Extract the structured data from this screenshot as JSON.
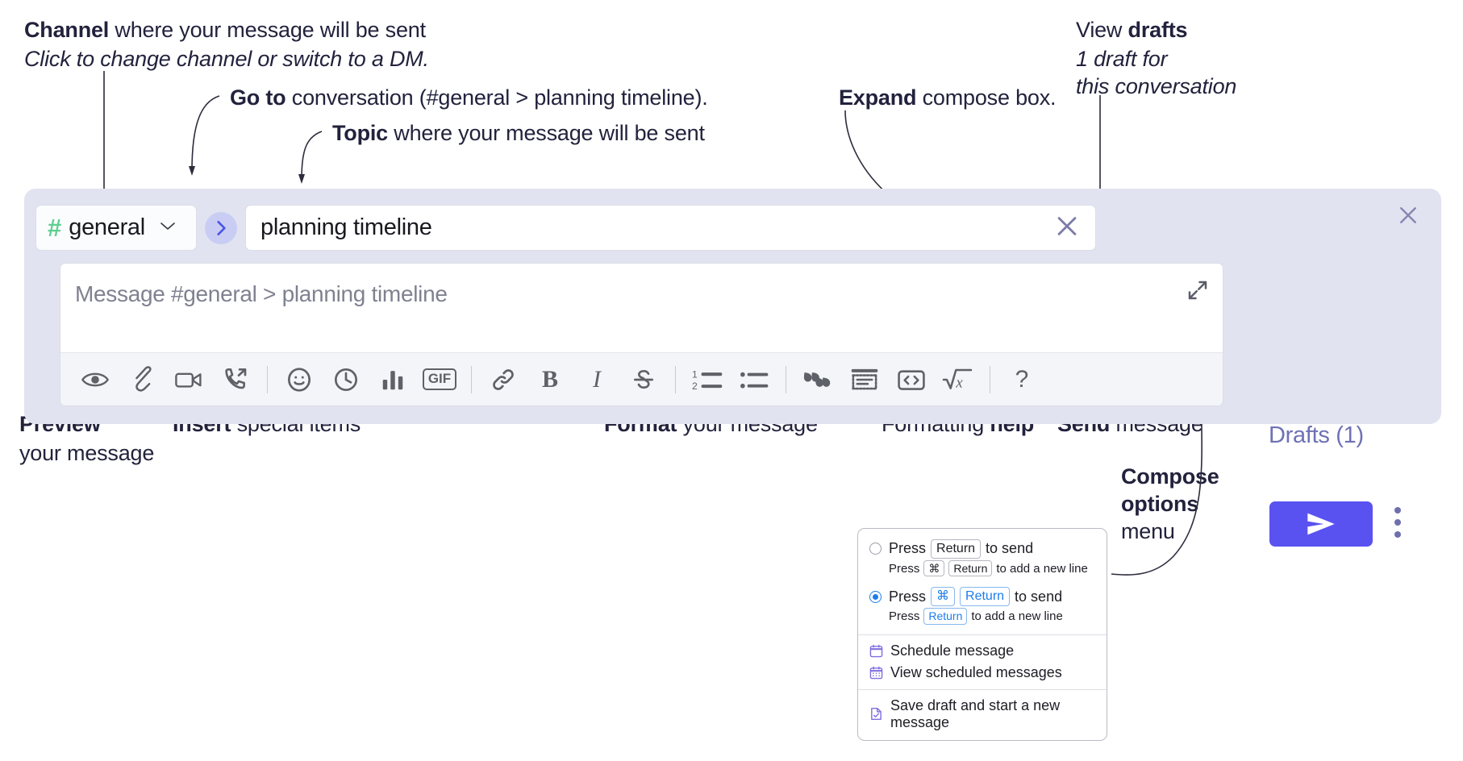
{
  "annotations": {
    "channel": {
      "bold": "Channel",
      "rest": " where your message will be sent",
      "italic": "Click to change channel or switch to a DM."
    },
    "goto": {
      "bold": "Go to",
      "rest": " conversation (#general > planning timeline)."
    },
    "topic": {
      "bold": "Topic",
      "rest": " where your message will be sent"
    },
    "expand": {
      "bold": "Expand",
      "rest": " compose box."
    },
    "drafts": {
      "line1_rest": "View ",
      "line1_bold": "drafts",
      "line2": "1 draft for",
      "line3": "this conversation"
    },
    "preview": {
      "bold": "Preview",
      "line2": "your message"
    },
    "insert": {
      "bold": "Insert",
      "rest": " special items"
    },
    "format": {
      "bold": "Format",
      "rest": " your message"
    },
    "help": {
      "rest": "Formatting ",
      "bold": "help"
    },
    "send": {
      "bold": "Send",
      "rest": " message"
    },
    "compose_options": {
      "line1": "Compose",
      "line2": "options",
      "line3": "menu"
    }
  },
  "compose": {
    "channel_name": "general",
    "channel_hash": "#",
    "goto_icon": "chevron-right-icon",
    "topic_value": "planning timeline",
    "topic_clear_icon": "close-icon",
    "message_placeholder": "Message #general > planning timeline",
    "expand_icon": "expand-icon",
    "drafts_label": "Drafts (1)",
    "panel_close_icon": "close-icon",
    "send_icon": "send-icon",
    "kebab_icon": "more-options-icon",
    "toolbar": [
      {
        "name": "preview-icon",
        "label": "Preview"
      },
      {
        "name": "attachment-icon",
        "label": "Attach file"
      },
      {
        "name": "video-icon",
        "label": "Record video clip"
      },
      {
        "name": "audio-huddle-icon",
        "label": "Record audio clip"
      },
      {
        "name": "separator",
        "label": ""
      },
      {
        "name": "emoji-icon",
        "label": "Emoji"
      },
      {
        "name": "clock-icon",
        "label": "Reminder"
      },
      {
        "name": "poll-icon",
        "label": "Poll"
      },
      {
        "name": "gif-icon",
        "label": "GIF"
      },
      {
        "name": "separator",
        "label": ""
      },
      {
        "name": "link-icon",
        "label": "Link"
      },
      {
        "name": "bold-icon",
        "label": "B"
      },
      {
        "name": "italic-icon",
        "label": "I"
      },
      {
        "name": "strikethrough-icon",
        "label": "Strikethrough"
      },
      {
        "name": "separator",
        "label": ""
      },
      {
        "name": "ordered-list-icon",
        "label": "Ordered list"
      },
      {
        "name": "bulleted-list-icon",
        "label": "Bulleted list"
      },
      {
        "name": "separator",
        "label": ""
      },
      {
        "name": "blockquote-icon",
        "label": "Blockquote"
      },
      {
        "name": "code-block-icon",
        "label": "Code block"
      },
      {
        "name": "code-icon",
        "label": "Code"
      },
      {
        "name": "math-icon",
        "label": "Math"
      },
      {
        "name": "separator",
        "label": ""
      },
      {
        "name": "help-icon",
        "label": "?"
      }
    ]
  },
  "menu": {
    "option1": {
      "press": "Press",
      "key": "Return",
      "tosend": "to send",
      "sub_press": "Press",
      "sub_key1": "⌘",
      "sub_key2": "Return",
      "sub_rest": "to add a new line",
      "selected": false
    },
    "option2": {
      "press": "Press",
      "key1": "⌘",
      "key2": "Return",
      "tosend": "to send",
      "sub_press": "Press",
      "sub_key": "Return",
      "sub_rest": "to add a new line",
      "selected": true
    },
    "items": [
      {
        "icon": "calendar-schedule-icon",
        "label": "Schedule message"
      },
      {
        "icon": "calendar-view-icon",
        "label": "View scheduled messages"
      },
      {
        "icon": "save-draft-icon",
        "label": "Save draft and start a new message"
      }
    ]
  },
  "colors": {
    "accent_purple": "#5a52f0",
    "panel_bg": "#e2e3f0",
    "hash_green": "#5fcf90",
    "drafts_text": "#6f71b5",
    "radio_blue": "#1c7ced",
    "menu_icon_purple": "#7f6fe0"
  }
}
